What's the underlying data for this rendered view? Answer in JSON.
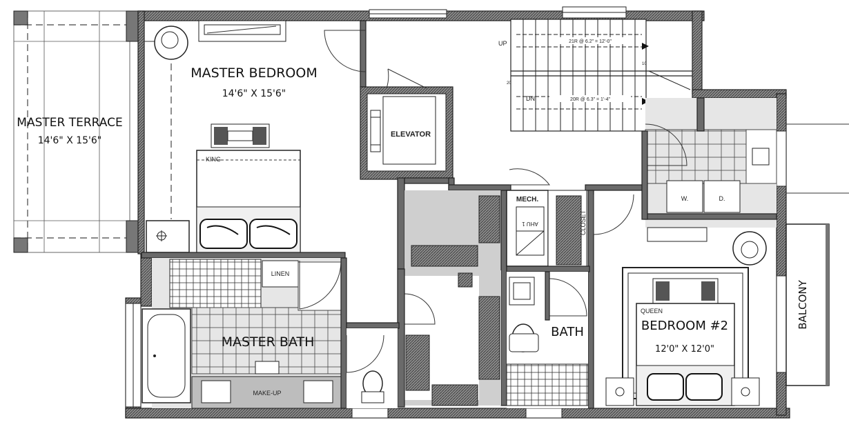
{
  "rooms": {
    "master_terrace": {
      "name": "MASTER TERRACE",
      "size": "14'6\" X 15'6\""
    },
    "master_bedroom": {
      "name": "MASTER BEDROOM",
      "size": "14'6\" X 15'6\""
    },
    "bedroom2": {
      "name": "BEDROOM #2",
      "size": "12'0\" X 12'0\""
    },
    "master_bath": {
      "name": "MASTER BATH"
    },
    "bath": {
      "name": "BATH"
    },
    "balcony": {
      "name": "BALCONY"
    }
  },
  "labels": {
    "elevator": "ELEVATOR",
    "mech": "MECH.",
    "ahu": "AHU 1",
    "closet": "CLOSET",
    "linen": "LINEN",
    "make_up": "MAKE-UP",
    "king": "KING",
    "queen": "QUEEN",
    "washer": "W.",
    "dryer": "D.",
    "stair_up": "UP",
    "stair_dn": "DN",
    "stair_up_note": "21R @ 6.2\" = 12'-0\"",
    "stair_dn_note": "20R @ 6.3\" = 1'-4\"",
    "stair_num_a": "20",
    "stair_num_b": "10"
  }
}
